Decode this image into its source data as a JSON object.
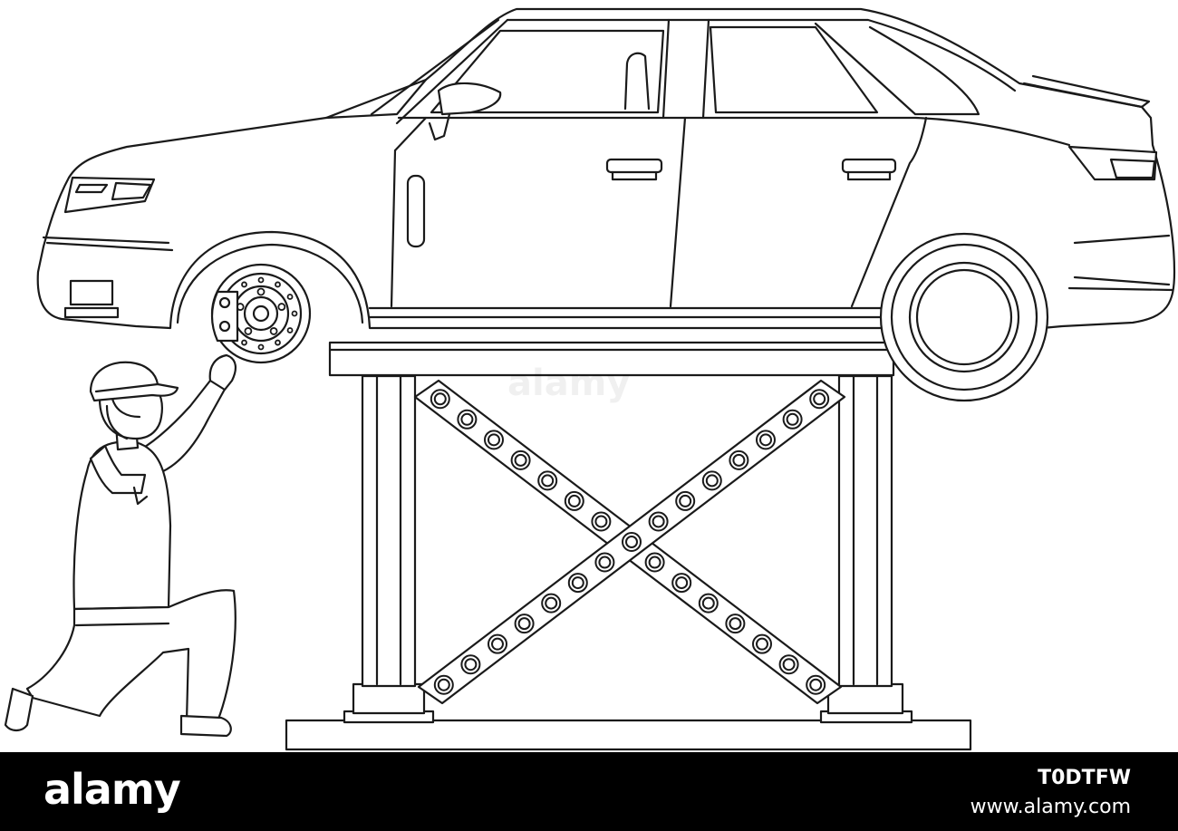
{
  "scene": {
    "subject": "mechanic-repairing-car-on-lift",
    "line_color": "#1a1a1a",
    "fill_color": "#ffffff",
    "icons": [
      "car-icon",
      "car-lift-icon",
      "mechanic-icon",
      "wheel-icon",
      "brake-disc-icon"
    ]
  },
  "watermark": {
    "text": "alamy"
  },
  "footer": {
    "brand": "alamy",
    "image_id": "T0DTFW",
    "site": "www.alamy.com",
    "background": "#000000",
    "text_color": "#ffffff"
  }
}
